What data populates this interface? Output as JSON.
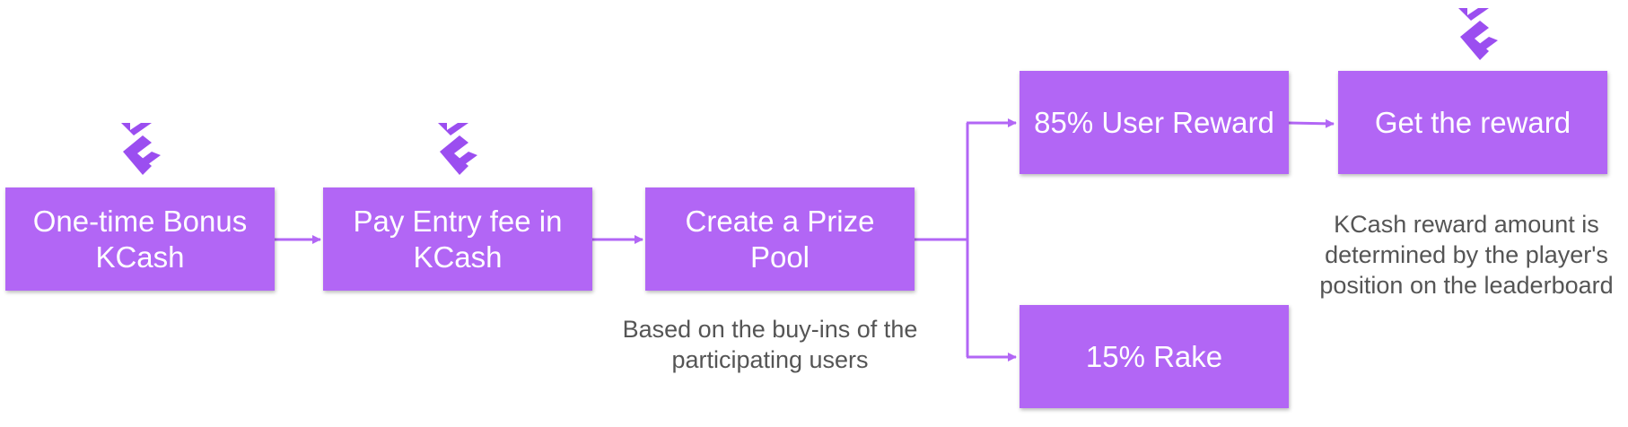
{
  "brand": {
    "box_color": "#b266f5",
    "logo_color": "#9b4ef0",
    "connector_color": "#b266f5",
    "note_color": "#555555",
    "logo_icon": "kcash-logo-icon"
  },
  "nodes": {
    "bonus": {
      "label": "One-time Bonus KCash"
    },
    "entry_fee": {
      "label": "Pay Entry fee in KCash"
    },
    "prize_pool": {
      "label": "Create a Prize Pool"
    },
    "user_reward": {
      "label": "85% User Reward"
    },
    "rake": {
      "label": "15% Rake"
    },
    "get_reward": {
      "label": "Get the reward"
    }
  },
  "notes": {
    "prize_pool": "Based on the buy-ins of the participating users",
    "reward_amount": "KCash reward amount is determined by the player's position on the leaderboard"
  }
}
